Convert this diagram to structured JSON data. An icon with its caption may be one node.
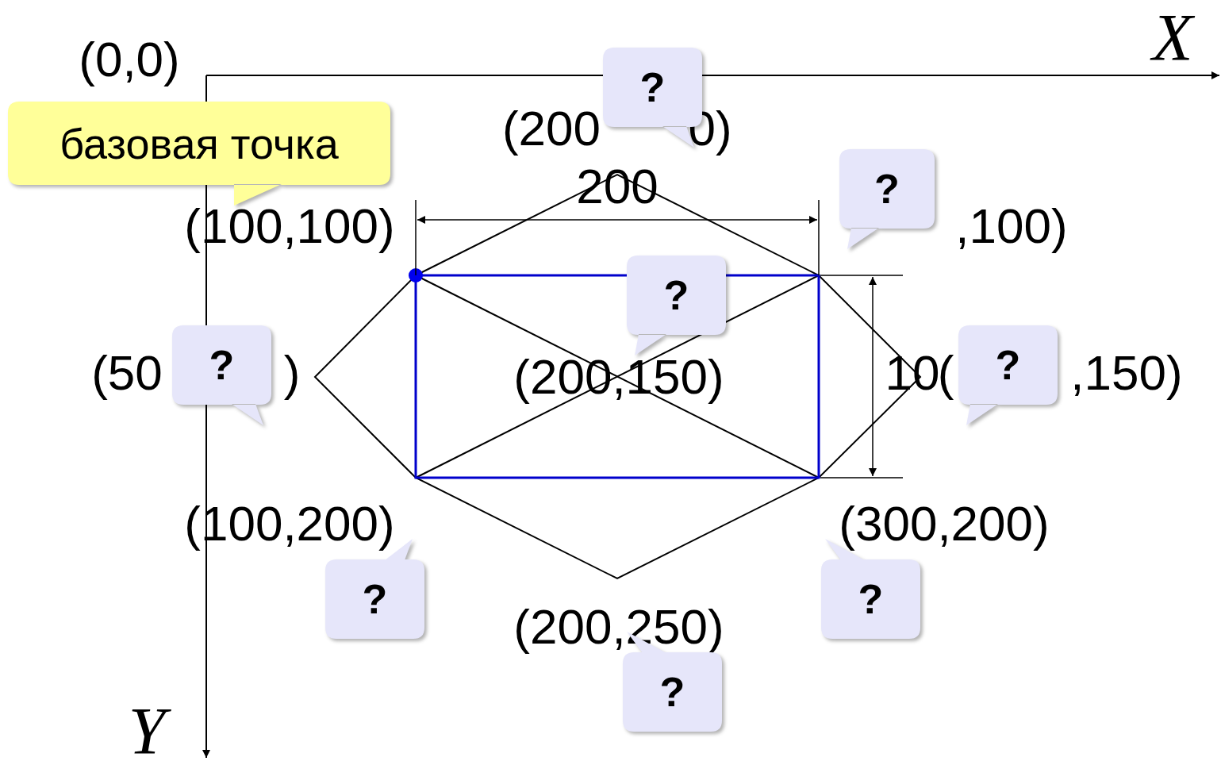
{
  "diagram": {
    "nodes": [
      {
        "text": [
          "базовая точка"
        ]
      },
      {
        "text": [
          "?"
        ]
      },
      {
        "text": [
          "?"
        ]
      },
      {
        "text": [
          "?"
        ]
      },
      {
        "text": [
          "?"
        ]
      },
      {
        "text": [
          "?"
        ]
      },
      {
        "text": [
          "?"
        ]
      },
      {
        "text": [
          "?"
        ]
      },
      {
        "text": [
          "?"
        ]
      }
    ],
    "labels": [
      "X",
      "(0,0)",
      "(200",
      "0)",
      "200",
      "(100,100)",
      ",100)",
      "(50",
      ")",
      "(200,150)",
      "10",
      "(",
      ",150)",
      "(100,200)",
      "(300,200)",
      "(200,250)",
      "Y"
    ]
  }
}
